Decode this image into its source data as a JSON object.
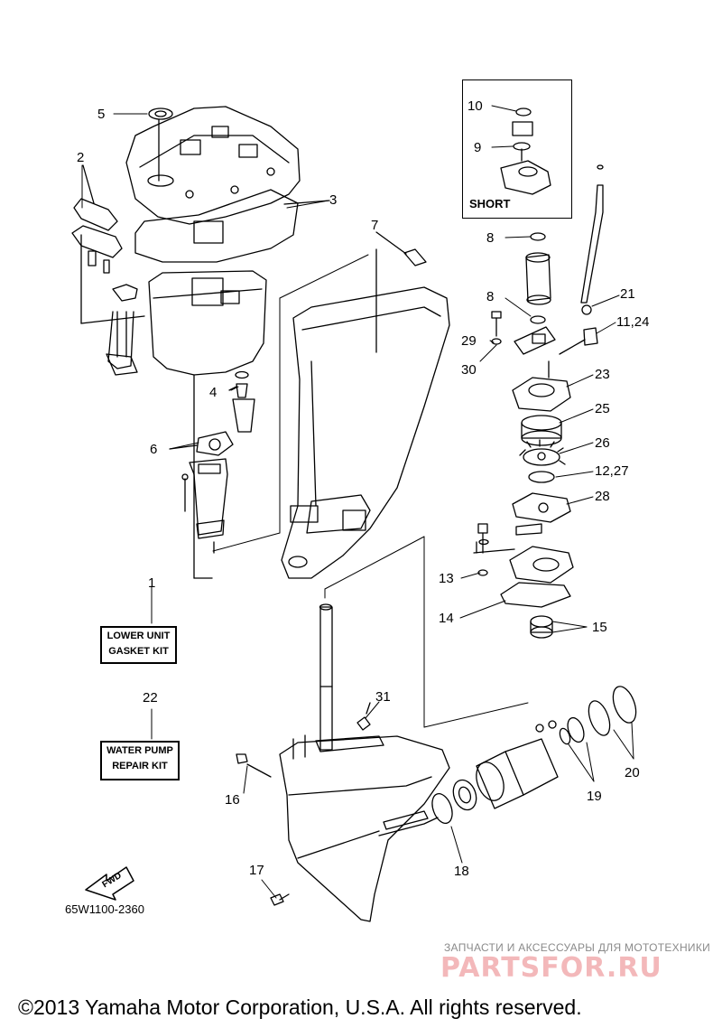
{
  "labels": {
    "n1": "1",
    "n2": "2",
    "n3": "3",
    "n4": "4",
    "n5": "5",
    "n6": "6",
    "n7": "7",
    "n8a": "8",
    "n8b": "8",
    "n9": "9",
    "n10": "10",
    "n11_24": "11,24",
    "n12_27": "12,27",
    "n13": "13",
    "n14": "14",
    "n15": "15",
    "n16": "16",
    "n17": "17",
    "n18": "18",
    "n19": "19",
    "n20": "20",
    "n21": "21",
    "n22": "22",
    "n23": "23",
    "n25": "25",
    "n26": "26",
    "n28": "28",
    "n29": "29",
    "n30": "30",
    "n31": "31"
  },
  "boxes": {
    "lower_unit_line1": "LOWER UNIT",
    "lower_unit_line2": "GASKET KIT",
    "water_pump_line1": "WATER PUMP",
    "water_pump_line2": "REPAIR KIT",
    "short": "SHORT"
  },
  "fwd": "FWD",
  "diagram_code": "65W1100-2360",
  "watermark": {
    "text": "ЗАПЧАСТИ И АКСЕССУАРЫ ДЛЯ МОТОТЕХНИКИ",
    "logo": "PARTSFOR.RU"
  },
  "copyright": "©2013 Yamaha Motor Corporation, U.S.A. All rights reserved.",
  "colors": {
    "ink": "#000000",
    "watermark_logo": "#f3b8ba",
    "watermark_text": "#8a8a8a"
  }
}
